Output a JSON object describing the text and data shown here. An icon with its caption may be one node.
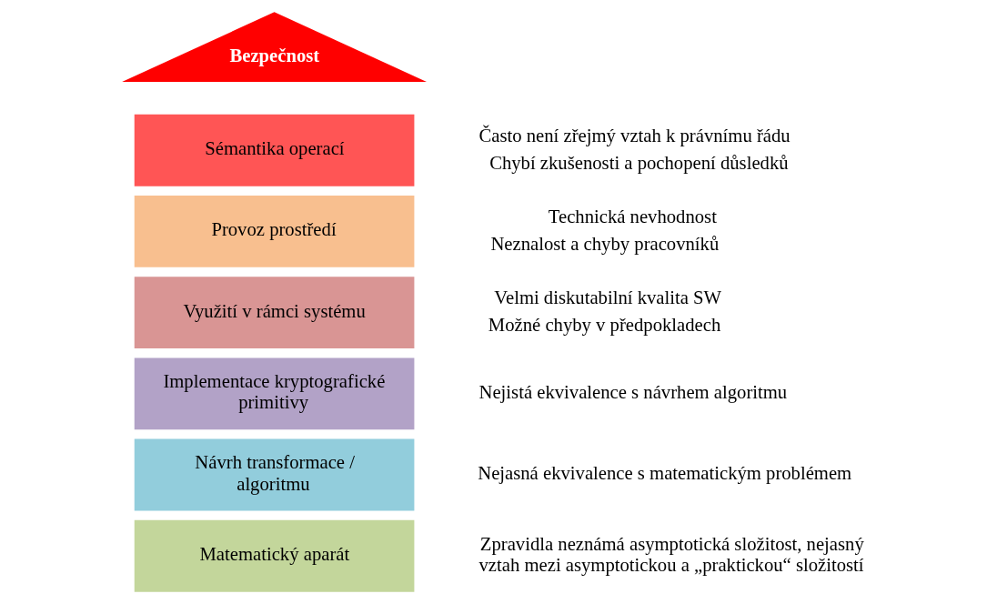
{
  "diagram": {
    "nodes": [
      {
        "text": [
          "Bezpečnost"
        ]
      },
      {
        "text": [
          "Sémantika operací"
        ],
        "beside": [
          "Často není zřejmý vztah k právnímu řádu",
          "Chybí zkušenosti a pochopení důsledků"
        ]
      },
      {
        "text": [
          "Provoz prostředí"
        ],
        "beside": [
          "Technická nevhodnost",
          "Neznalost a chyby pracovníků"
        ]
      },
      {
        "text": [
          "Využití v rámci systému"
        ],
        "beside": [
          "Velmi diskutabilní kvalita SW",
          "Možné chyby v předpokladech"
        ]
      },
      {
        "text": [
          "Implementace kryptografické primitivy"
        ],
        "beside": [
          "Nejistá ekvivalence s návrhem algoritmu"
        ]
      },
      {
        "text": [
          "Návrh transformace / algoritmu"
        ],
        "beside": [
          "Nejasná ekvivalence s matematickým problémem"
        ]
      },
      {
        "text": [
          "Matematický aparát"
        ],
        "beside": [
          "Zpravidla neznámá asymptotická složitost, nejasný vztah mezi asymptotickou a „praktickou“ složitostí"
        ]
      }
    ]
  }
}
